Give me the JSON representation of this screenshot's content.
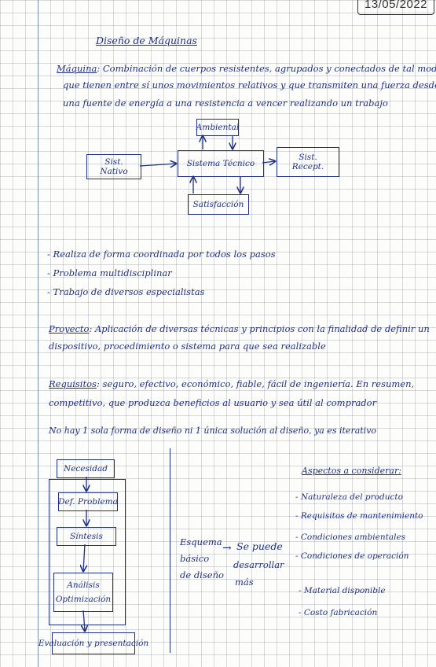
{
  "date": "13/05/2022",
  "title": "Diseño de Máquinas",
  "definition": {
    "term": "Máquina",
    "line1": ": Combinación de cuerpos resistentes, agrupados y conectados de tal modo",
    "line2": "que tienen entre sí unos movimientos relativos y que transmiten una fuerza desde",
    "line3": "una fuente de energía a una resistencia a vencer realizando un trabajo"
  },
  "diagram1": {
    "top": "Ambiental",
    "left_line1": "Sist.",
    "left_line2": "Nativo",
    "center": "Sistema Técnico",
    "right_line1": "Sist.",
    "right_line2": "Recept.",
    "bottom": "Satisfacción"
  },
  "bullets": [
    "- Realiza de forma coordinada por todos los pasos",
    "- Problema multidisciplinar",
    "- Trabajo de diversos especialistas"
  ],
  "proyecto": {
    "term": "Proyecto",
    "line1": ": Aplicación de diversas técnicas y principios con la finalidad de definir un",
    "line2": "dispositivo, procedimiento o sistema para que sea realizable"
  },
  "requisitos": {
    "term": "Requisitos",
    "line1": ": seguro, efectivo, económico, fiable, fácil de ingeniería. En resumen,",
    "line2": "competitivo, que produzca beneficios al usuario y sea útil al comprador"
  },
  "note": "No hay 1 sola forma de diseño ni 1 única solución al diseño, ya es iterativo",
  "flow": [
    "Necesidad",
    "Def. Problema",
    "Síntesis",
    "Análisis",
    "Optimización",
    "Evaluación y presentación"
  ],
  "esquema": {
    "line1": "Esquema",
    "line2": "básico",
    "line3": "de diseño",
    "arrow": "→",
    "result_line1": "Se puede",
    "result_line2": "desarrollar",
    "result_line3": "más"
  },
  "aspectos": {
    "title": "Aspectos a considerar:",
    "items": [
      "- Naturaleza del producto",
      "- Requisitos de mantenimiento",
      "- Condiciones ambientales",
      "- Condiciones de operación",
      "- Material disponible",
      "- Costo fabricación"
    ]
  }
}
